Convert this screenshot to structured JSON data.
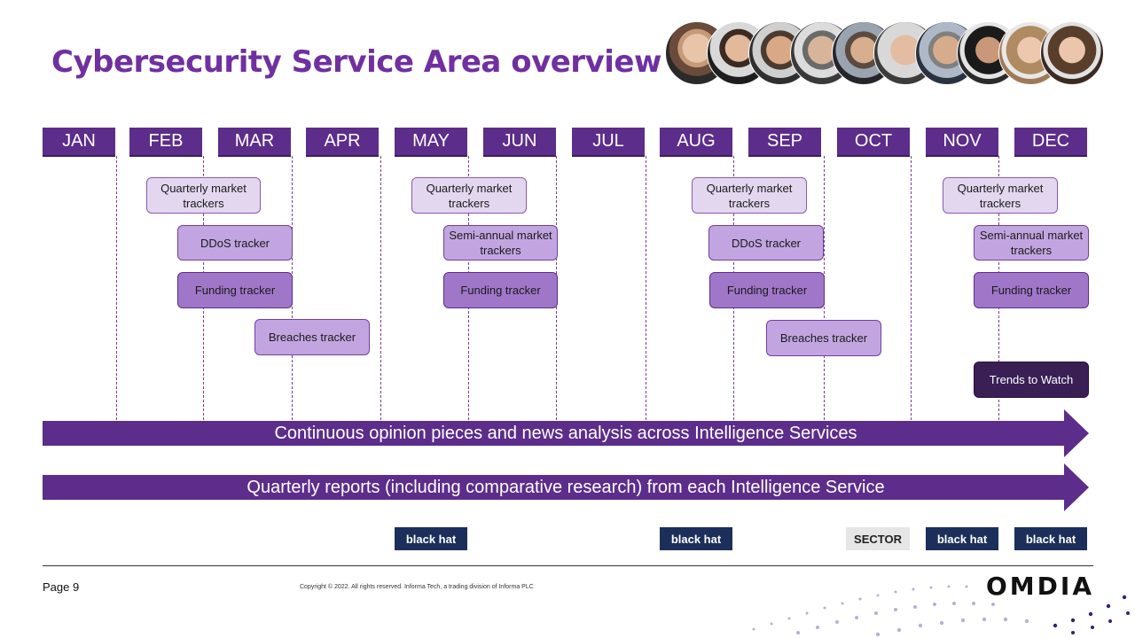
{
  "title": "Cybersecurity Service Area overview 2023",
  "months": [
    "JAN",
    "FEB",
    "MAR",
    "APR",
    "MAY",
    "JUN",
    "JUL",
    "AUG",
    "SEP",
    "OCT",
    "NOV",
    "DEC"
  ],
  "trackers": {
    "q_feb": "Quarterly market trackers",
    "ddos_mar": "DDoS tracker",
    "funding_mar": "Funding tracker",
    "breaches_apr": "Breaches tracker",
    "q_may": "Quarterly market trackers",
    "semi_jun": "Semi-annual market trackers",
    "funding_jun": "Funding tracker",
    "q_aug": "Quarterly market trackers",
    "ddos_sep": "DDoS tracker",
    "funding_sep": "Funding tracker",
    "breaches_sep": "Breaches tracker",
    "q_nov": "Quarterly market trackers",
    "semi_dec": "Semi-annual market trackers",
    "funding_dec": "Funding tracker",
    "trends_dec": "Trends to Watch"
  },
  "arrows": {
    "continuous": "Continuous opinion pieces and news analysis across Intelligence Services",
    "quarterly": "Quarterly reports (including comparative research) from each Intelligence Service"
  },
  "events": {
    "may": "black hat",
    "aug": "black hat",
    "oct": "SECTOR",
    "nov": "black hat",
    "dec": "black hat"
  },
  "footer": {
    "page": "Page 9",
    "copyright": "Copyright © 2022. All rights reserved. Informa Tech, a trading division of Informa PLC",
    "brand": "OMDIA"
  },
  "colors": {
    "title": "#7030a0",
    "month_header": "#5c2d8a",
    "arrow": "#5c2d8a",
    "event_logo": "#1c2f5a"
  }
}
